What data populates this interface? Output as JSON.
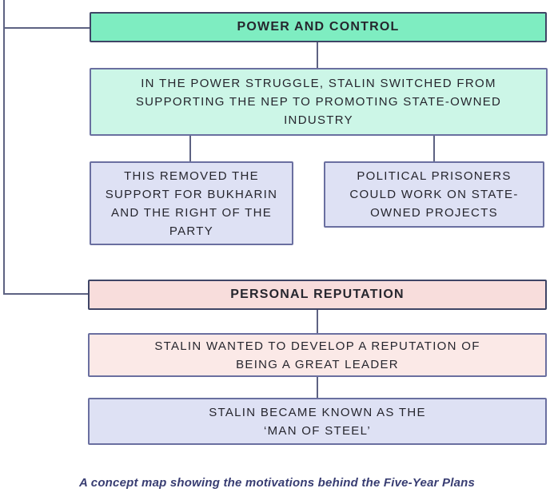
{
  "diagram": {
    "power": {
      "header": "POWER AND CONTROL",
      "detail_lines": [
        "IN THE POWER STRUGGLE, STALIN SWITCHED FROM",
        "SUPPORTING THE NEP TO PROMOTING STATE-OWNED",
        "INDUSTRY"
      ],
      "left_child_lines": [
        "THIS REMOVED THE",
        "SUPPORT FOR BUKHARIN",
        "AND THE RIGHT OF THE",
        "PARTY"
      ],
      "right_child_lines": [
        "POLITICAL PRISONERS",
        "COULD WORK ON STATE-",
        "OWNED PROJECTS"
      ]
    },
    "reputation": {
      "header": "PERSONAL REPUTATION",
      "detail_lines": [
        "STALIN WANTED TO DEVELOP A REPUTATION OF",
        "BEING A GREAT LEADER"
      ],
      "child_lines": [
        "STALIN BECAME KNOWN AS THE",
        "‘MAN OF STEEL’"
      ]
    }
  },
  "caption": "A concept map showing the motivations behind the Five-Year Plans",
  "colors": {
    "header_green": "#7eedc1",
    "mint": "#ccf6e7",
    "lavender": "#dee1f4",
    "header_pink": "#f8dddc",
    "light_pink": "#fbe9e7",
    "header_border": "#3f4566",
    "content_border": "#6a6fa0",
    "connector_line": "#5d6282",
    "caption_text": "#383d72"
  }
}
